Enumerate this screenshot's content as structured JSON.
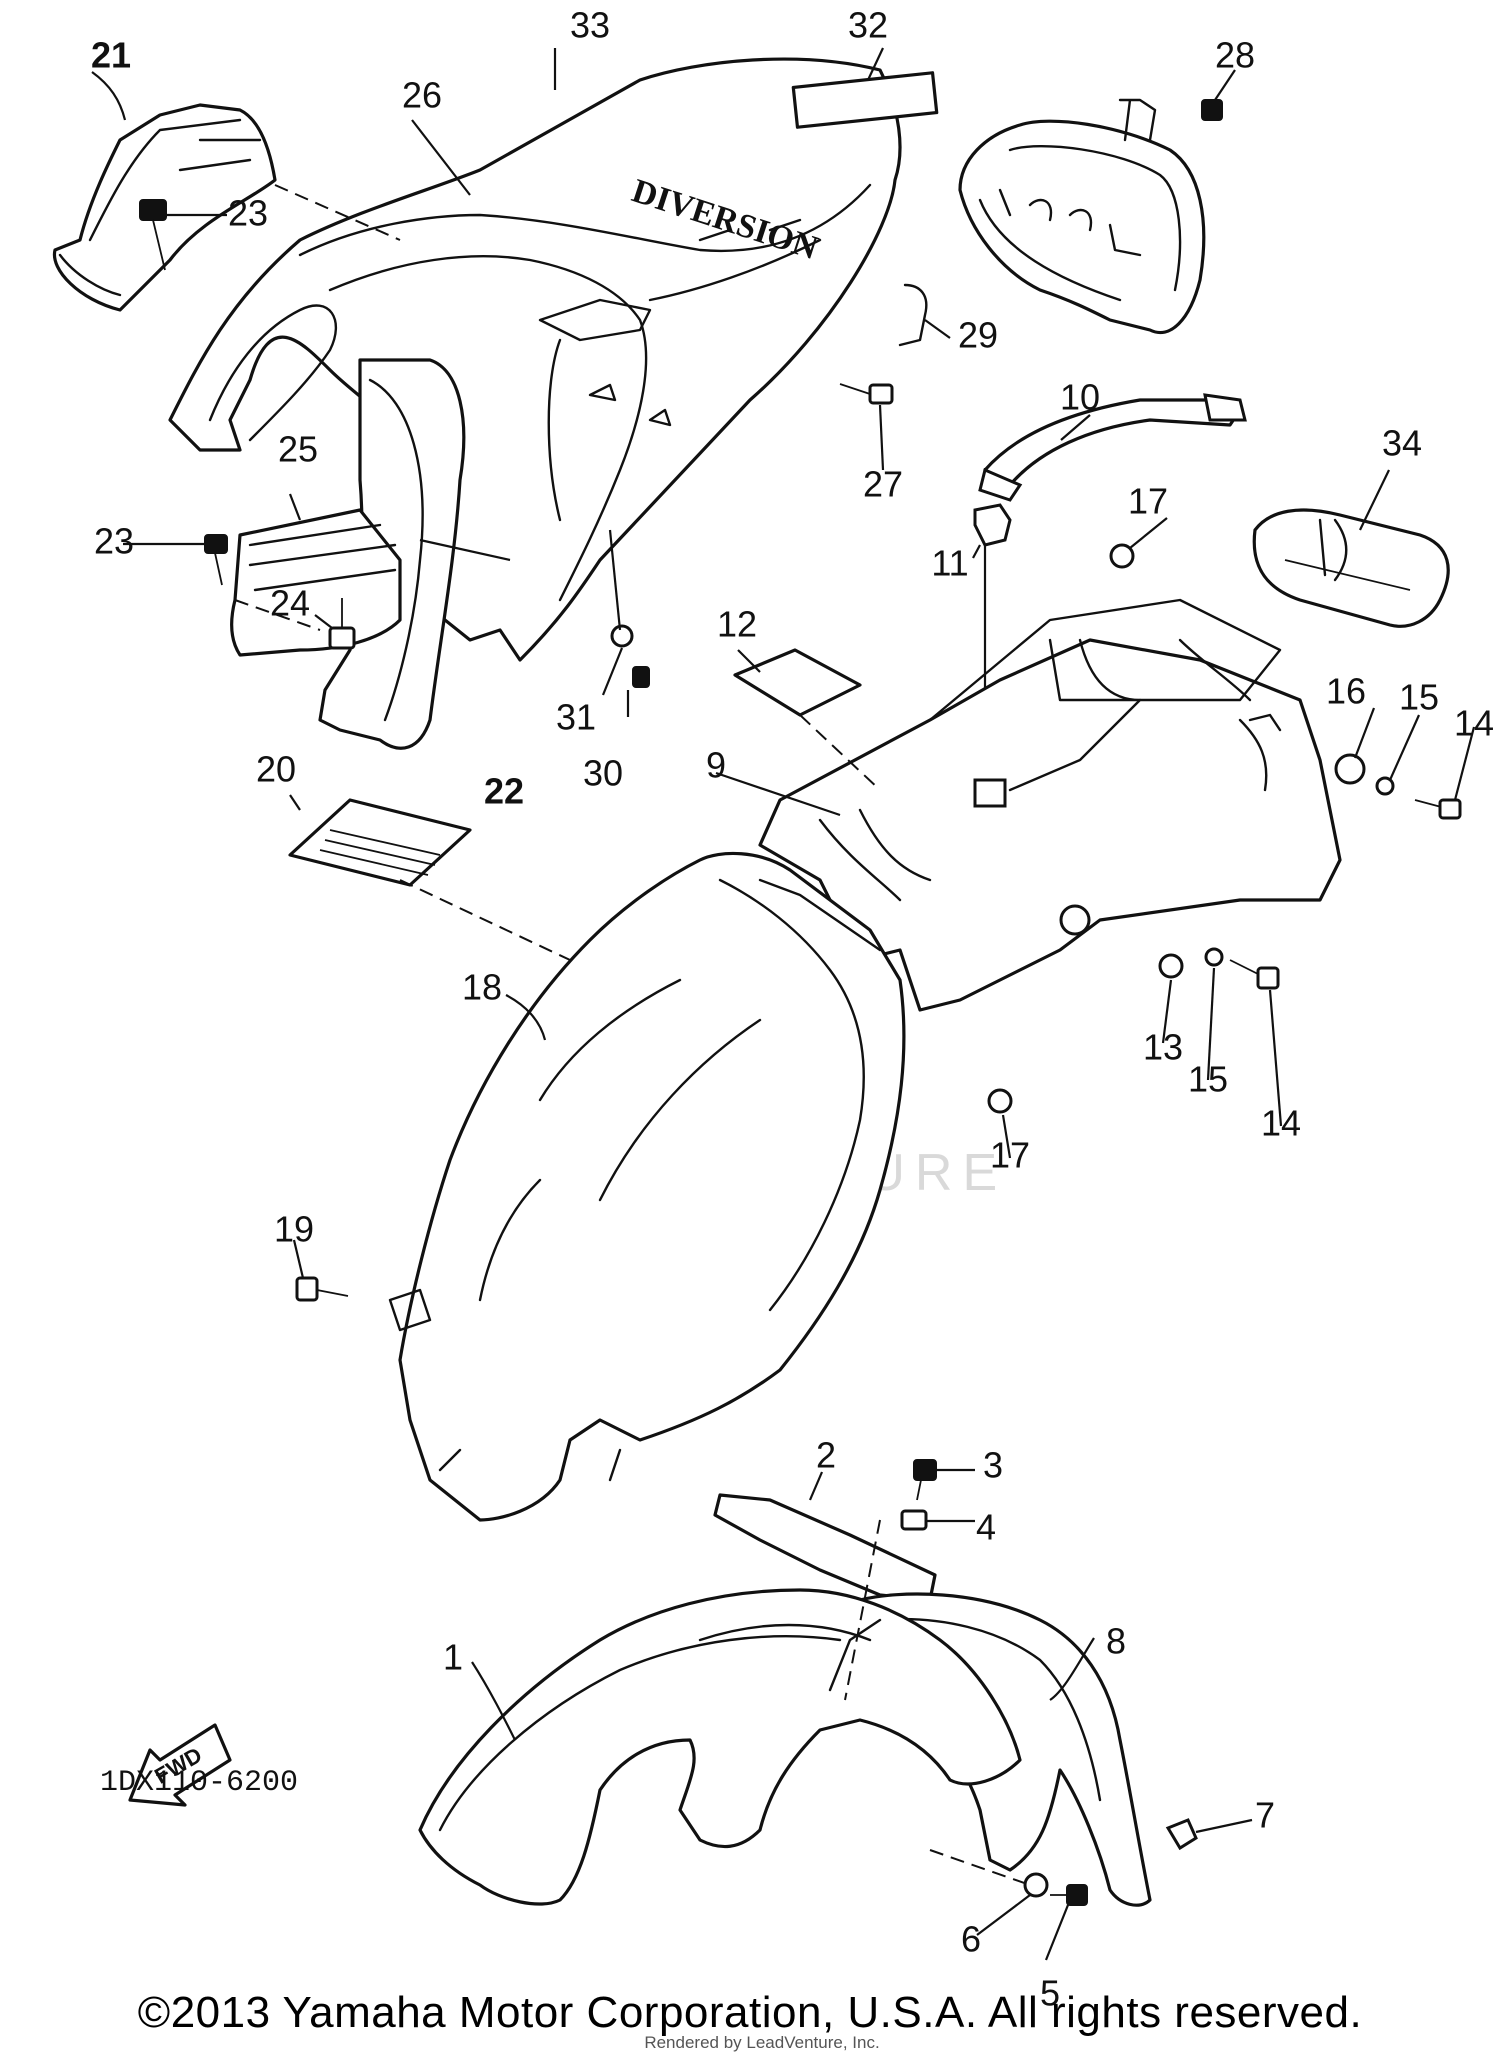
{
  "diagram_code": "1DX110-6200",
  "fwd_label": "FWD",
  "seat_text": "DIVERSION",
  "watermark": "LEADVENTURE",
  "render_credit": "Rendered by LeadVenture, Inc.",
  "copyright": "©2013 Yamaha Motor Corporation, U.S.A. All rights reserved.",
  "callouts": {
    "c1": "1",
    "c2": "2",
    "c3": "3",
    "c4": "4",
    "c5": "5",
    "c6": "6",
    "c7": "7",
    "c8": "8",
    "c9": "9",
    "c10": "10",
    "c11": "11",
    "c12": "12",
    "c13": "13",
    "c14a": "14",
    "c14b": "14",
    "c15a": "15",
    "c15b": "15",
    "c16": "16",
    "c17a": "17",
    "c17b": "17",
    "c18": "18",
    "c19": "19",
    "c20": "20",
    "c21": "21",
    "c22": "22",
    "c23a": "23",
    "c23b": "23",
    "c24": "24",
    "c25": "25",
    "c26": "26",
    "c27": "27",
    "c28": "28",
    "c29": "29",
    "c30": "30",
    "c31": "31",
    "c32": "32",
    "c33": "33",
    "c34": "34"
  }
}
